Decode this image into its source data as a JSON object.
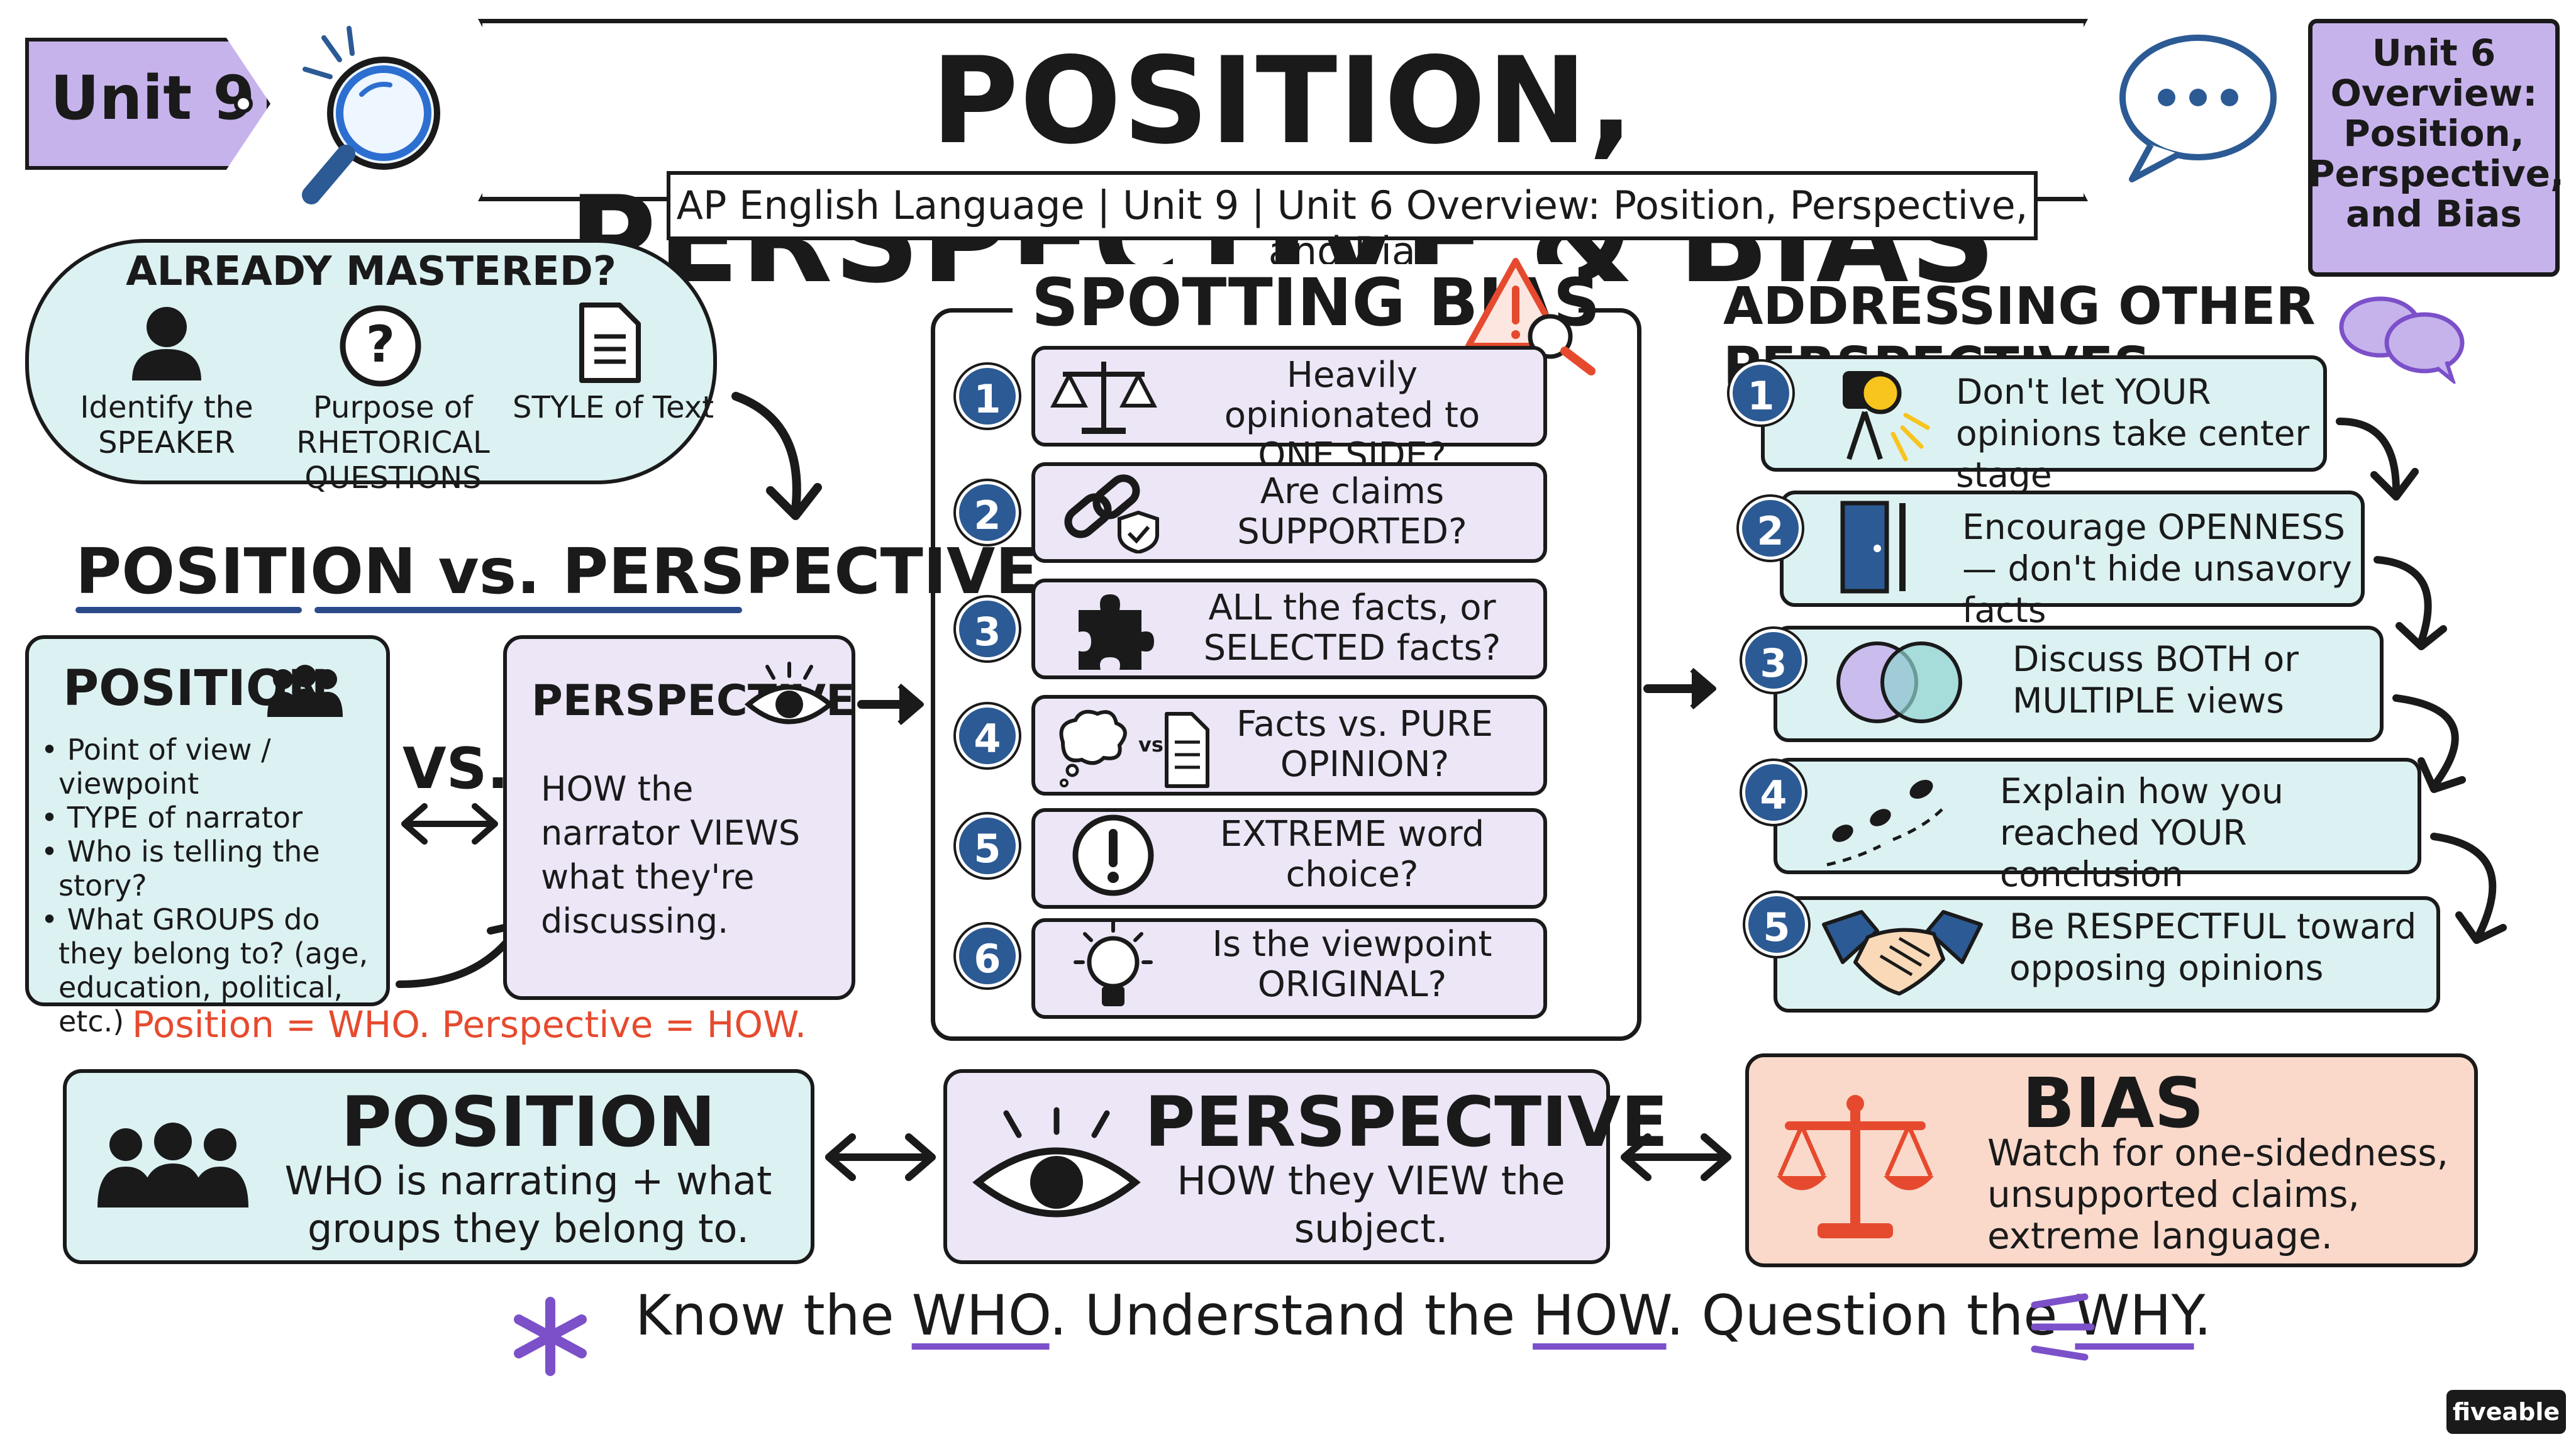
{
  "header": {
    "unit_tag": "Unit 9",
    "title": "POSITION, PERSPECTIVE & BIAS",
    "subtitle": "AP English Language | Unit 9 | Unit 6 Overview: Position, Perspective, and Bias",
    "side_note": "Unit 6 Overview: Position, Perspective, and Bias"
  },
  "mastered": {
    "title": "ALREADY MASTERED?",
    "items": [
      {
        "text": "Identify the SPEAKER",
        "icon": "person-icon"
      },
      {
        "text": "Purpose of RHETORICAL QUESTIONS",
        "icon": "question-icon"
      },
      {
        "text": "STYLE of Text",
        "icon": "document-icon"
      }
    ]
  },
  "pvp": {
    "title_left": "POSITION",
    "title_vs": "vs.",
    "title_right": "PERSPECTIVE",
    "position_card": {
      "heading": "POSITION",
      "bullets": [
        "Point of view / viewpoint",
        "TYPE of narrator",
        "Who is telling the story?",
        "What GROUPS do they belong to? (age, education, political, etc.)"
      ]
    },
    "vs_label": "VS.",
    "perspective_card": {
      "heading": "PERSPECTIVE",
      "text": "HOW the narrator VIEWS what they're discussing."
    },
    "equation": "Position = WHO.  Perspective = HOW."
  },
  "spotting_bias": {
    "title": "SPOTTING BIAS",
    "items": [
      {
        "num": "1",
        "text": "Heavily opinionated to ONE SIDE?",
        "icon": "scales-icon"
      },
      {
        "num": "2",
        "text": "Are claims SUPPORTED?",
        "icon": "chain-shield-icon"
      },
      {
        "num": "3",
        "text": "ALL the facts, or SELECTED facts?",
        "icon": "puzzle-icon"
      },
      {
        "num": "4",
        "text": "Facts vs. PURE OPINION?",
        "icon": "thought-vs-doc-icon",
        "vs": "vs."
      },
      {
        "num": "5",
        "text": "EXTREME word choice?",
        "icon": "exclamation-icon"
      },
      {
        "num": "6",
        "text": "Is the viewpoint ORIGINAL?",
        "icon": "lightbulb-icon"
      }
    ]
  },
  "addressing": {
    "title": "ADDRESSING OTHER PERSPECTIVES",
    "items": [
      {
        "num": "1",
        "text": "Don't let YOUR opinions take center stage",
        "icon": "spotlight-icon"
      },
      {
        "num": "2",
        "text": "Encourage OPENNESS — don't hide unsavory facts",
        "icon": "door-icon"
      },
      {
        "num": "3",
        "text": "Discuss BOTH or MULTIPLE views",
        "icon": "venn-icon"
      },
      {
        "num": "4",
        "text": "Explain how you reached YOUR conclusion",
        "icon": "footsteps-icon"
      },
      {
        "num": "5",
        "text": "Be RESPECTFUL toward opposing opinions",
        "icon": "handshake-icon"
      }
    ]
  },
  "summary": {
    "position": {
      "title": "POSITION",
      "text": "WHO is narrating + what groups they belong to."
    },
    "perspective": {
      "title": "PERSPECTIVE",
      "text": "HOW they VIEW the subject."
    },
    "bias": {
      "title": "BIAS",
      "text": "Watch for one-sidedness, unsupported claims, extreme language."
    }
  },
  "footer": {
    "prefix_1": "Know the ",
    "who": "WHO",
    "mid_1": ". Understand the ",
    "how": "HOW",
    "mid_2": ". Question the ",
    "why": "WHY",
    "end": "."
  },
  "brand": "fiveable",
  "colors": {
    "teal": "#dcf1f2",
    "lavender": "#ece6f7",
    "purple": "#c7b3ec",
    "peach": "#fad9cb",
    "navy": "#2c5a94",
    "red": "#e64a2e"
  }
}
